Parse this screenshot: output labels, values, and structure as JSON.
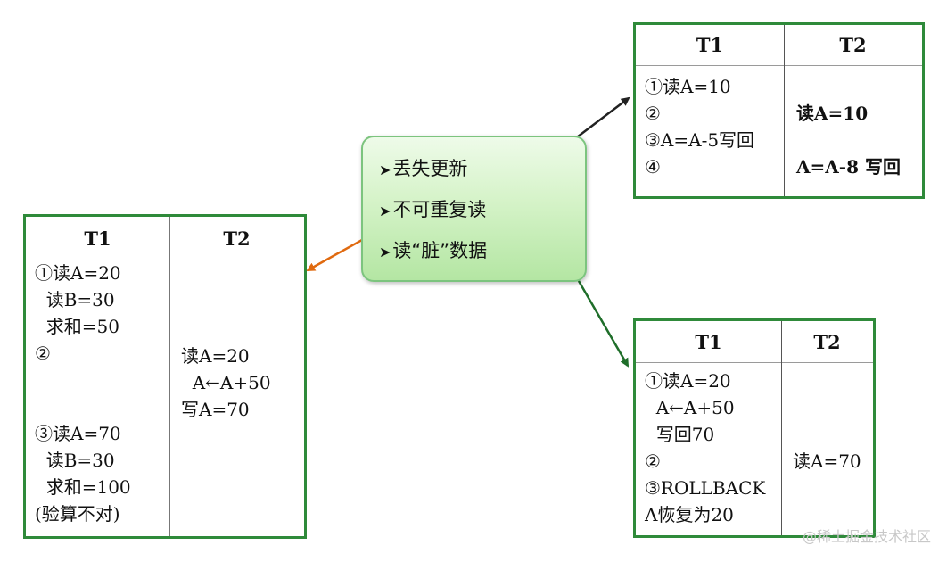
{
  "topics": [
    {
      "bullet": "➤",
      "label": "丢失更新"
    },
    {
      "bullet": "➤",
      "label": "不可重复读"
    },
    {
      "bullet": "➤",
      "label": "读“脏”数据"
    }
  ],
  "lost_update": {
    "t1": "T1",
    "t2": "T2",
    "t1_lines": [
      "①读A=10",
      "②",
      "③A=A-5写回",
      "④"
    ],
    "t2_lines": [
      "读A=10",
      "A=A-8 写回"
    ]
  },
  "non_repeatable": {
    "t1": "T1",
    "t2": "T2",
    "t1_lines": [
      "①读A=20",
      "  读B=30",
      "  求和=50",
      "②",
      "③读A=70",
      "  读B=30",
      "  求和=100",
      "(验算不对)"
    ],
    "t2_lines": [
      "读A=20",
      "  A←A+50",
      "写A=70"
    ]
  },
  "dirty_read": {
    "t1": "T1",
    "t2": "T2",
    "t1_lines": [
      "①读A=20",
      "  A←A+50",
      "  写回70",
      "②",
      "③ROLLBACK",
      "A恢复为20"
    ],
    "t2_lines": [
      "读A=70"
    ]
  },
  "colors": {
    "lost_update_link": "#222222",
    "non_repeatable_link": "#e06a10",
    "dirty_read_link": "#1f6e2a",
    "table_border": "#2f8a3a"
  },
  "watermark": "@稀土掘金技术社区"
}
